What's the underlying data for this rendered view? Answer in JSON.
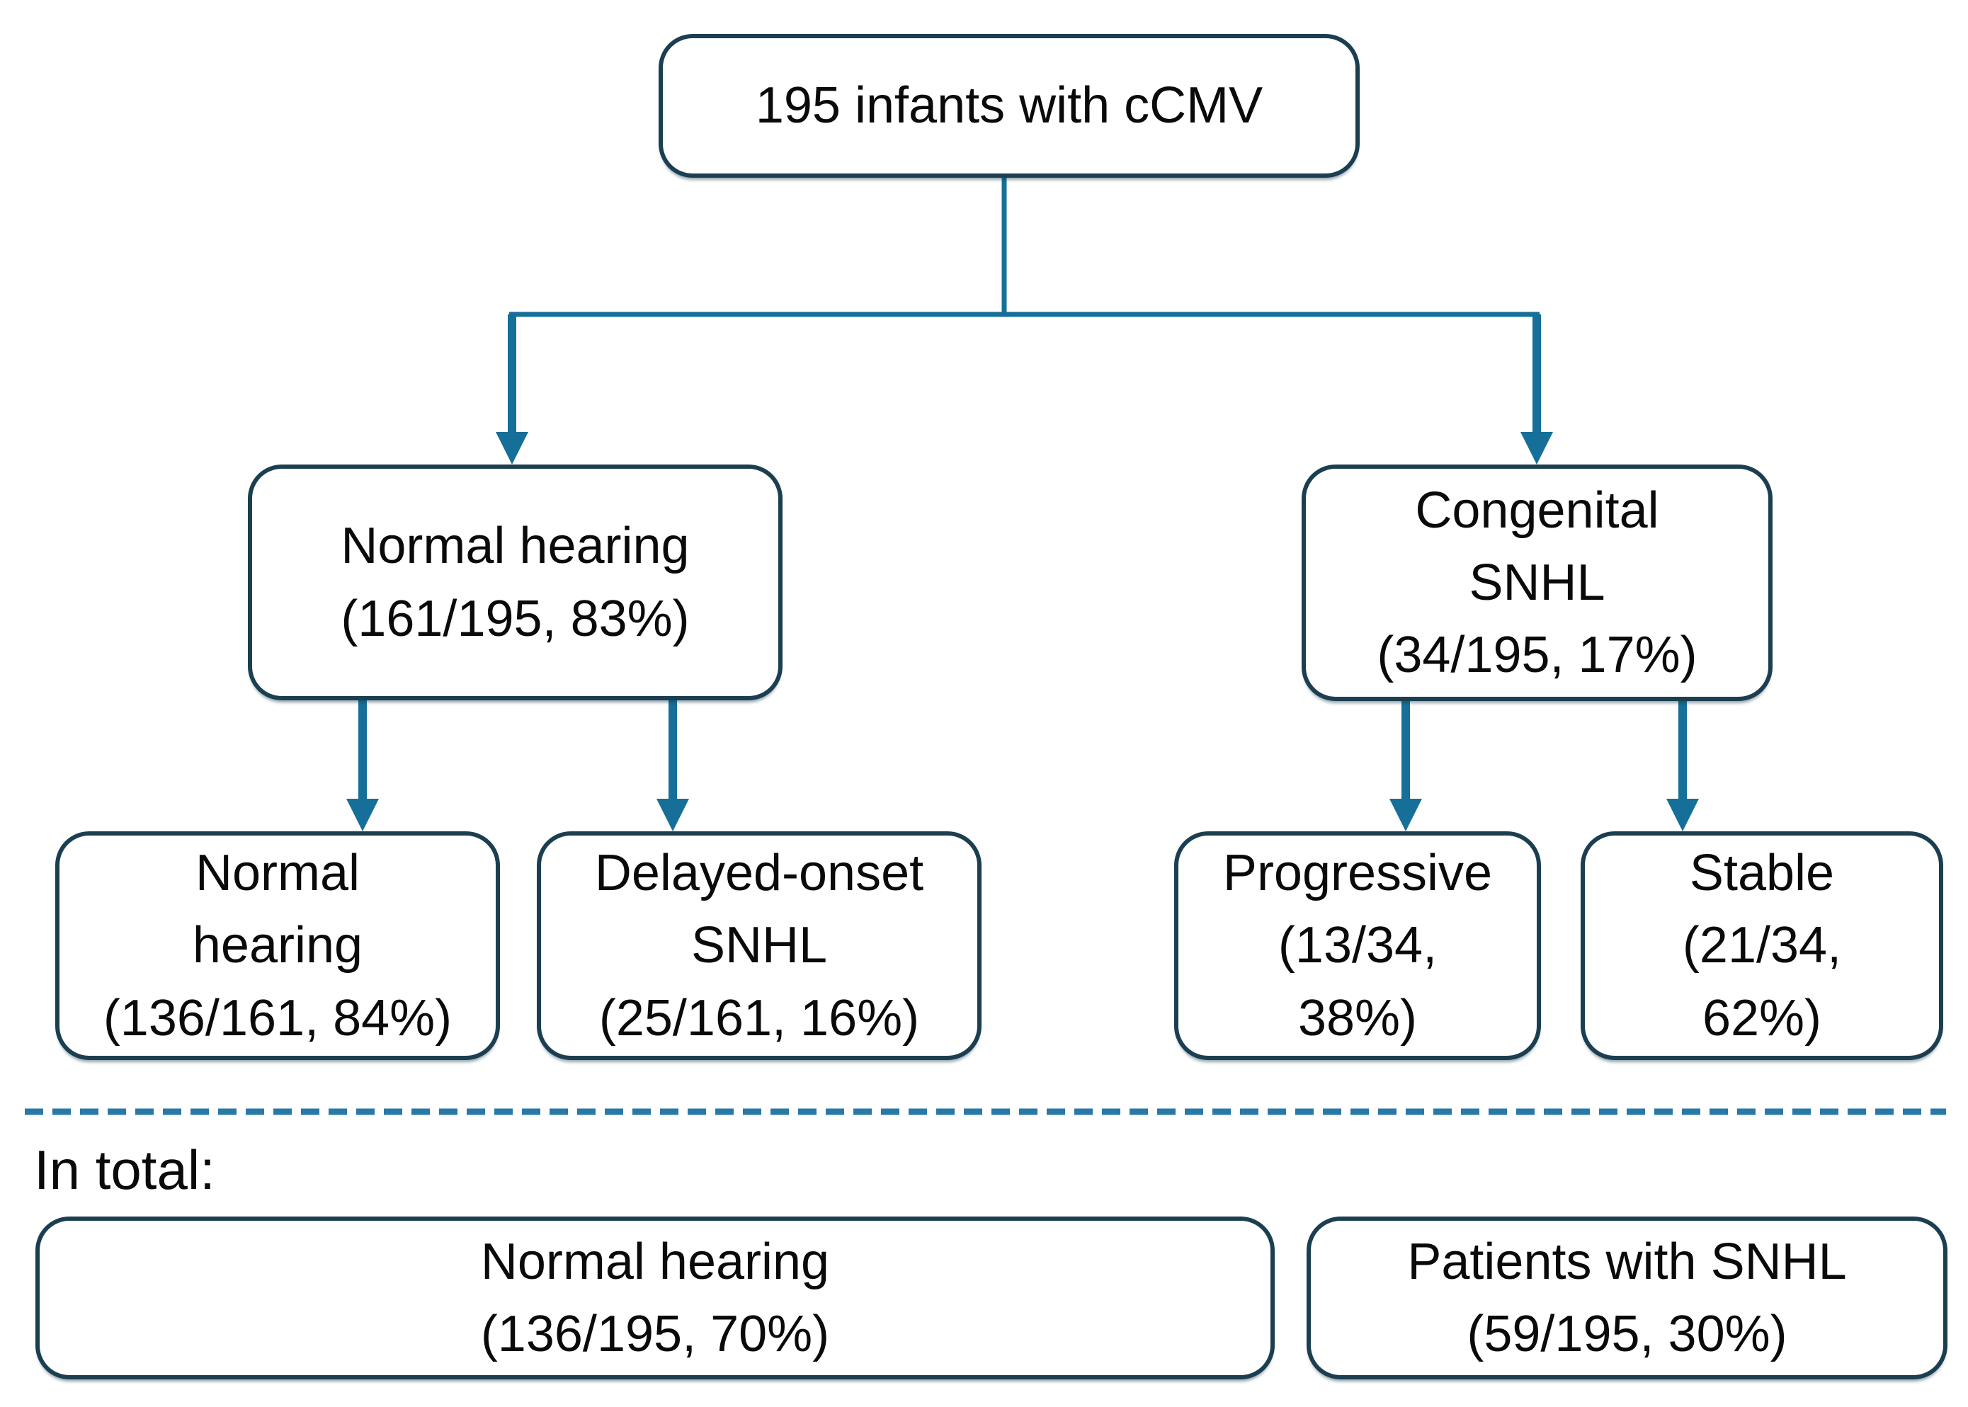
{
  "colors": {
    "border": "#1b3f51",
    "connector": "#166f99",
    "dashed_divider": "#2878a8",
    "text": "#0a0a0a",
    "background": "#ffffff"
  },
  "flowchart": {
    "root": {
      "text": "195 infants with cCMV"
    },
    "level2": {
      "normal_hearing": {
        "text": "Normal hearing\n(161/195, 83%)"
      },
      "congenital_snhl": {
        "text": "Congenital\nSNHL\n(34/195, 17%)"
      }
    },
    "level3": {
      "normal_hearing": {
        "text": "Normal\nhearing\n(136/161, 84%)"
      },
      "delayed_onset_snhl": {
        "text": "Delayed-onset\nSNHL\n(25/161, 16%)"
      },
      "progressive": {
        "text": "Progressive\n(13/34,\n38%)"
      },
      "stable": {
        "text": "Stable\n(21/34,\n62%)"
      }
    },
    "totals": {
      "label": "In total:",
      "normal_hearing": {
        "text": "Normal hearing\n(136/195, 70%)"
      },
      "patients_with_snhl": {
        "text": "Patients with SNHL\n(59/195, 30%)"
      }
    }
  }
}
